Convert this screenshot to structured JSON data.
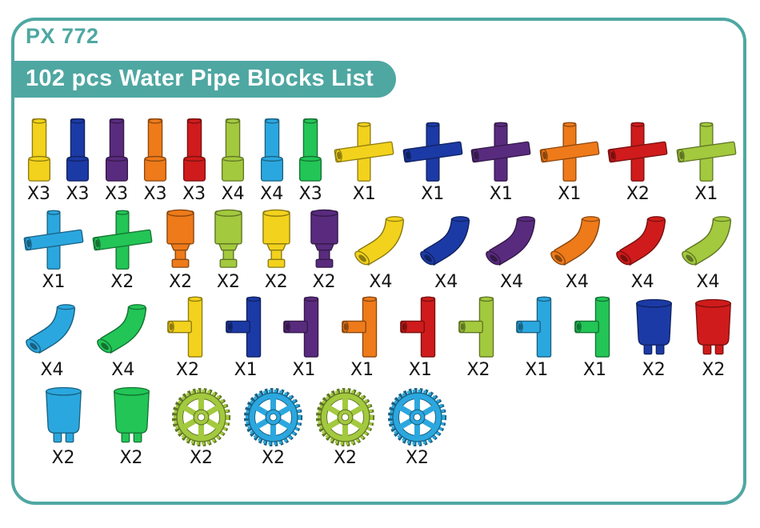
{
  "header": {
    "model": "PX 772",
    "title": "102 pcs Water Pipe Blocks List",
    "accent_color": "#4fa7a2",
    "title_text_color": "#ffffff"
  },
  "colors": {
    "yellow": "#f2d21c",
    "blue": "#1c3aa5",
    "purple": "#592b7e",
    "orange": "#ee7a1a",
    "red": "#cf1b1b",
    "lime": "#a3c93e",
    "lightblue": "#2ba7df",
    "green": "#22c556"
  },
  "rows": [
    {
      "items": [
        {
          "type": "straight-pipe",
          "color": "yellow",
          "qty": "X3"
        },
        {
          "type": "straight-pipe",
          "color": "blue",
          "qty": "X3"
        },
        {
          "type": "straight-pipe",
          "color": "purple",
          "qty": "X3"
        },
        {
          "type": "straight-pipe",
          "color": "orange",
          "qty": "X3"
        },
        {
          "type": "straight-pipe",
          "color": "red",
          "qty": "X3"
        },
        {
          "type": "straight-pipe",
          "color": "lime",
          "qty": "X4"
        },
        {
          "type": "straight-pipe",
          "color": "lightblue",
          "qty": "X4"
        },
        {
          "type": "straight-pipe",
          "color": "green",
          "qty": "X3"
        },
        {
          "type": "cross-pipe",
          "color": "yellow",
          "qty": "X1"
        },
        {
          "type": "cross-pipe",
          "color": "blue",
          "qty": "X1"
        },
        {
          "type": "cross-pipe",
          "color": "purple",
          "qty": "X1"
        },
        {
          "type": "cross-pipe",
          "color": "orange",
          "qty": "X1"
        },
        {
          "type": "cross-pipe",
          "color": "red",
          "qty": "X2"
        },
        {
          "type": "cross-pipe",
          "color": "lime",
          "qty": "X1"
        }
      ]
    },
    {
      "items": [
        {
          "type": "cross-pipe",
          "color": "lightblue",
          "qty": "X1"
        },
        {
          "type": "cross-pipe",
          "color": "green",
          "qty": "X2"
        },
        {
          "type": "funnel",
          "color": "orange",
          "qty": "X2"
        },
        {
          "type": "funnel",
          "color": "lime",
          "qty": "X2"
        },
        {
          "type": "funnel",
          "color": "yellow",
          "qty": "X2"
        },
        {
          "type": "funnel",
          "color": "purple",
          "qty": "X2"
        },
        {
          "type": "elbow",
          "color": "yellow",
          "qty": "X4"
        },
        {
          "type": "elbow",
          "color": "blue",
          "qty": "X4"
        },
        {
          "type": "elbow",
          "color": "purple",
          "qty": "X4"
        },
        {
          "type": "elbow",
          "color": "orange",
          "qty": "X4"
        },
        {
          "type": "elbow",
          "color": "red",
          "qty": "X4"
        },
        {
          "type": "elbow",
          "color": "lime",
          "qty": "X4"
        }
      ]
    },
    {
      "items": [
        {
          "type": "elbow",
          "color": "lightblue",
          "qty": "X4"
        },
        {
          "type": "elbow",
          "color": "green",
          "qty": "X4"
        },
        {
          "type": "tee",
          "color": "yellow",
          "qty": "X2"
        },
        {
          "type": "tee",
          "color": "blue",
          "qty": "X1"
        },
        {
          "type": "tee",
          "color": "purple",
          "qty": "X1"
        },
        {
          "type": "tee",
          "color": "orange",
          "qty": "X1"
        },
        {
          "type": "tee",
          "color": "red",
          "qty": "X1"
        },
        {
          "type": "tee",
          "color": "lime",
          "qty": "X2"
        },
        {
          "type": "tee",
          "color": "lightblue",
          "qty": "X1"
        },
        {
          "type": "tee",
          "color": "green",
          "qty": "X1"
        },
        {
          "type": "bucket",
          "color": "blue",
          "qty": "X2"
        },
        {
          "type": "bucket",
          "color": "red",
          "qty": "X2"
        }
      ]
    },
    {
      "items": [
        {
          "type": "bucket",
          "color": "lightblue",
          "qty": "X2"
        },
        {
          "type": "bucket",
          "color": "green",
          "qty": "X2"
        },
        {
          "type": "gear",
          "color": "lime",
          "qty": "X2"
        },
        {
          "type": "gear",
          "color": "lightblue",
          "qty": "X2"
        },
        {
          "type": "gear",
          "color": "lime",
          "qty": "X2"
        },
        {
          "type": "gear",
          "color": "lightblue",
          "qty": "X2"
        }
      ]
    }
  ]
}
